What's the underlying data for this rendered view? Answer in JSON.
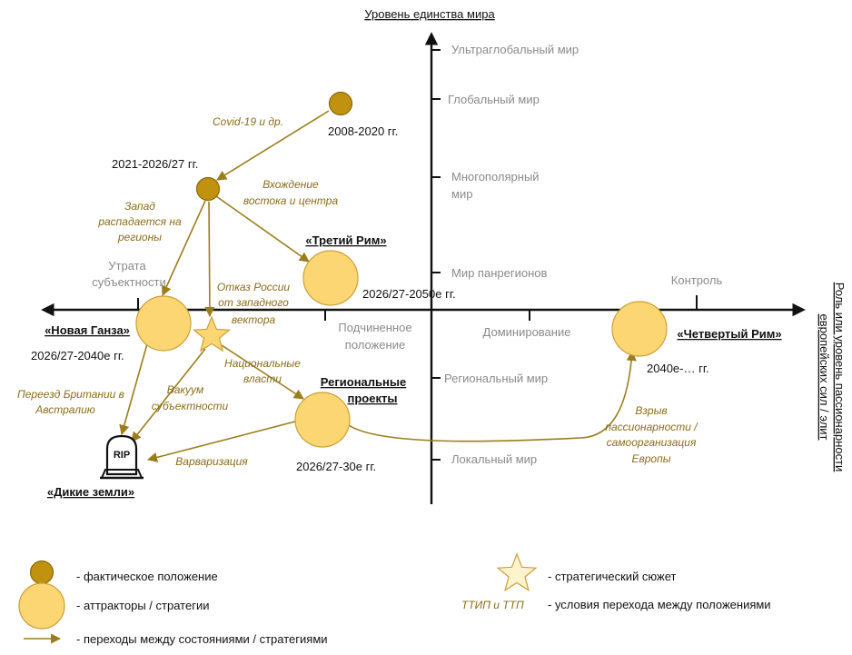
{
  "axes": {
    "vertical_title": "Уровень единства мира",
    "horizontal_title_line1": "Роль или уровень пассионарности",
    "horizontal_title_line2": "европейских сил / элит",
    "vertical_ticks": [
      "Ультраглобальный мир",
      "Глобальный мир",
      "Многополярный",
      "мир",
      "Мир панрегионов",
      "Региональный мир",
      "Локальный  мир"
    ],
    "horizontal_ticks": [
      "Утрата",
      "субъектности",
      "Подчиненное",
      "положение",
      "Доминирование",
      "Контроль"
    ]
  },
  "nodes": {
    "actual1_period": "2008-2020  гг.",
    "actual2_period": "2021-2026/27  гг.",
    "third_rome_title": "«Третий Рим»",
    "third_rome_period": "2026/27-2050е  гг.",
    "new_hansa_title": "«Новая Ганза»",
    "new_hansa_period": "2026/27-2040е  гг.",
    "regional_title1": "Региональные",
    "regional_title2": "проекты",
    "regional_period": "2026/27-30е  гг.",
    "fourth_rome_title": "«Четвертый Рим»",
    "fourth_rome_period": "2040е-… гг.",
    "wild_lands_title": "«Дикие земли»",
    "rip_text": "RIP"
  },
  "annotations": {
    "covid": "Covid-19 и др.",
    "east_center1": "Вхождение",
    "east_center2": "востока и центра",
    "west_breakup1": "Запад",
    "west_breakup2": "распадается на",
    "west_breakup3": "регионы",
    "russia_refusal1": "Отказ России",
    "russia_refusal2": "от западного",
    "russia_refusal3": "вектора",
    "national1": "Национальные",
    "national2": "власти",
    "vacuum1": "Вакуум",
    "vacuum2": "субъектности",
    "britain1": "Переезд Британии в",
    "britain2": "Австралию",
    "barbar": "Варваризация",
    "burst1": "Взрыв",
    "burst2": "пассионарности /",
    "burst3": "самоорганизация",
    "burst4": "Европы"
  },
  "legend": {
    "actual": "- фактическое положение",
    "attractors": "- аттракторы  / стратегии",
    "transitions": "- переходы между состояниями / стратегиями",
    "strategic": "- стратегический сюжет",
    "conditions_sample": "ТТИП и ТТП",
    "conditions": "- условия перехода между положениями"
  },
  "colors": {
    "actual_fill": "#c1920f",
    "actual_stroke": "#8a6a08",
    "attractor_fill": "#fcd672",
    "attractor_stroke": "#c9a13c",
    "arrow": "#9c7d1c",
    "annotation": "#8a6d1a",
    "tick_text": "#8a8a8a"
  }
}
